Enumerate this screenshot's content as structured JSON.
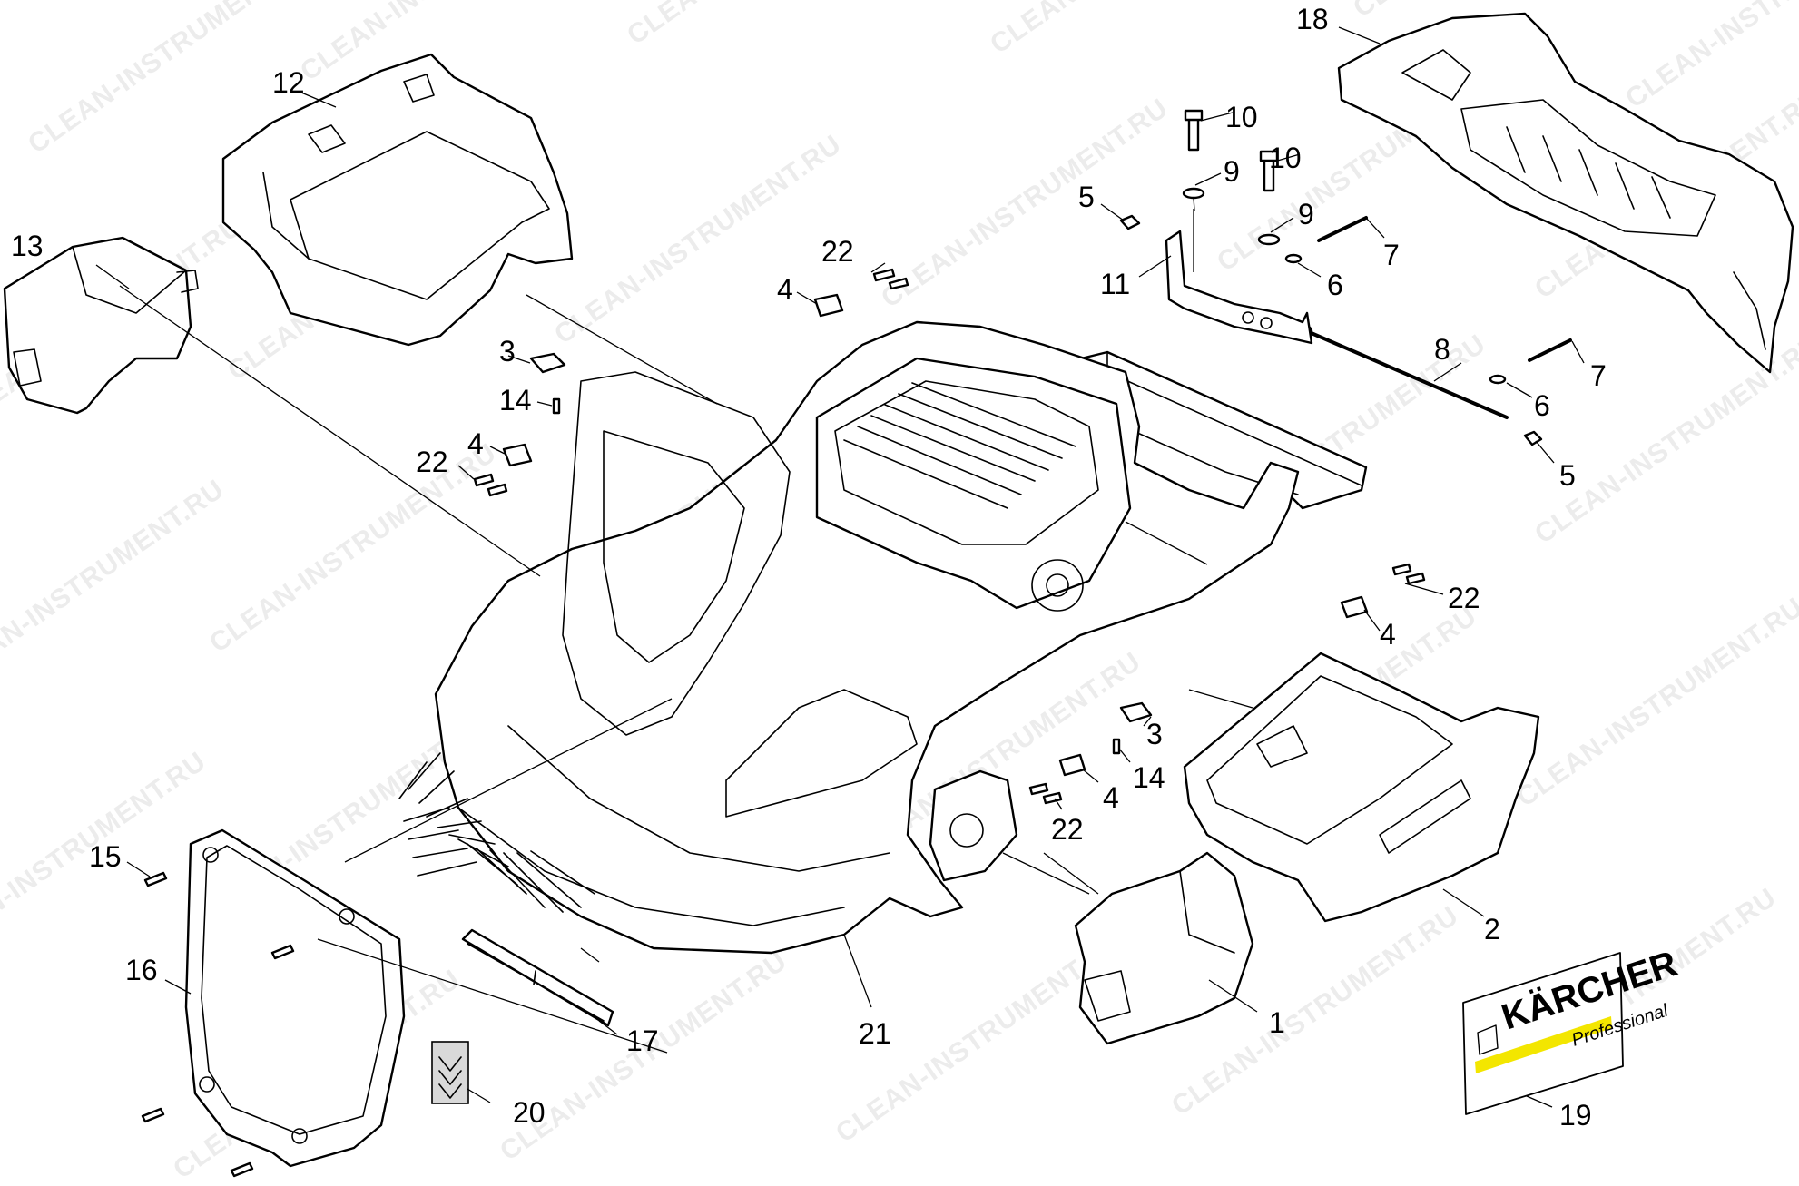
{
  "watermark": "CLEAN-INSTRUMENT.RU",
  "logo": {
    "brand": "KÄRCHER",
    "subline": "Professional"
  },
  "callouts": {
    "c1": "1",
    "c2": "2",
    "c3a": "3",
    "c3b": "3",
    "c4a": "4",
    "c4b": "4",
    "c4c": "4",
    "c4d": "4",
    "c5a": "5",
    "c5b": "5",
    "c6a": "6",
    "c6b": "6",
    "c7a": "7",
    "c7b": "7",
    "c8": "8",
    "c9a": "9",
    "c9b": "9",
    "c10a": "10",
    "c10b": "10",
    "c11": "11",
    "c12": "12",
    "c13": "13",
    "c14a": "14",
    "c14b": "14",
    "c15": "15",
    "c16": "16",
    "c17": "17",
    "c18": "18",
    "c19": "19",
    "c20": "20",
    "c21": "21",
    "c22a": "22",
    "c22b": "22",
    "c22c": "22",
    "c22d": "22"
  }
}
